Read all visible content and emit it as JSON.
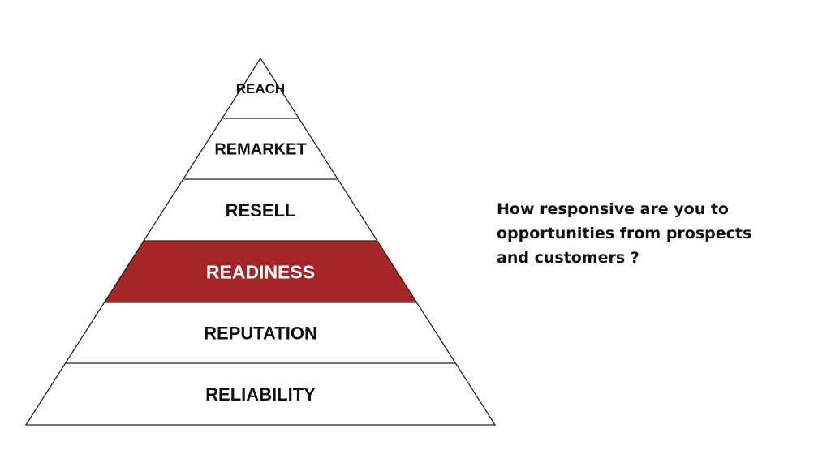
{
  "pyramid": {
    "tiers": [
      {
        "label": "REACH",
        "highlighted": false
      },
      {
        "label": "REMARKET",
        "highlighted": false
      },
      {
        "label": "RESELL",
        "highlighted": false
      },
      {
        "label": "READINESS",
        "highlighted": true
      },
      {
        "label": "REPUTATION",
        "highlighted": false
      },
      {
        "label": "RELIABILITY",
        "highlighted": false
      }
    ]
  },
  "question": "How responsive are you to opportunities from prospects and customers ?",
  "colors": {
    "highlight_fill": "#a52626",
    "highlight_text": "#ffffff",
    "text": "#111111",
    "outline": "#222222"
  }
}
